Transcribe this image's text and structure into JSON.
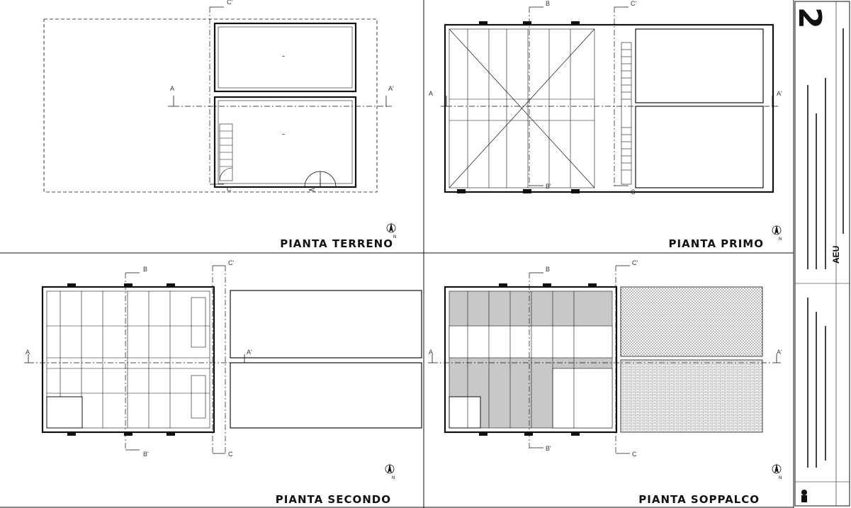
{
  "panels": [
    {
      "id": "terreno",
      "title": "PIANTA TERRENO"
    },
    {
      "id": "primo",
      "title": "PIANTA PRIMO"
    },
    {
      "id": "secondo",
      "title": "PIANTA SECONDO"
    },
    {
      "id": "soppalco",
      "title": "PIANTA SOPPALCO"
    }
  ],
  "section_marks": {
    "a": "A",
    "a_prime": "A'",
    "b": "B",
    "b_prime": "B'",
    "c": "C",
    "c_prime": "C'"
  },
  "north_label": "N",
  "title_block": {
    "sheet_number": "2",
    "firm": "AEU"
  },
  "colors": {
    "line": "#111111",
    "hatch_grey": "#c8c8c8",
    "background": "#ffffff"
  }
}
